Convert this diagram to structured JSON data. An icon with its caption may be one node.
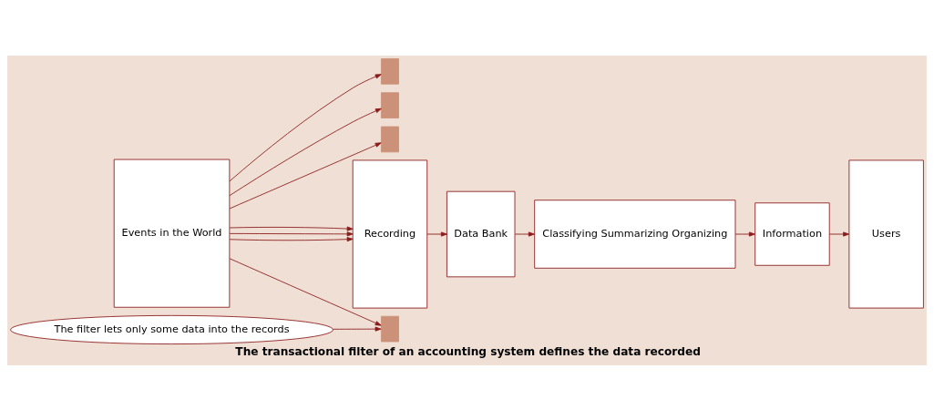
{
  "diagram": {
    "caption": "The transactional filter of an accounting system defines the data recorded",
    "nodes": [
      {
        "text": [
          "Events in the World"
        ]
      },
      {
        "text": [],
        "shape": "box"
      },
      {
        "text": [],
        "shape": "box"
      },
      {
        "text": [],
        "shape": "box"
      },
      {
        "text": [],
        "shape": "box"
      },
      {
        "text": [
          "Recording"
        ]
      },
      {
        "text": [
          "Data Bank"
        ]
      },
      {
        "text": [
          "Classifying Summarizing Organizing"
        ]
      },
      {
        "text": [
          "Information"
        ]
      },
      {
        "text": [
          "Users"
        ]
      },
      {
        "text": [
          "The filter lets only some data into the records"
        ]
      }
    ],
    "edges": [
      {
        "from": 0,
        "to": 1,
        "arrow": "to"
      },
      {
        "from": 0,
        "to": 5,
        "arrow": "to"
      },
      {
        "from": 0,
        "to": 2,
        "arrow": "to"
      },
      {
        "from": 0,
        "to": 5,
        "arrow": "to"
      },
      {
        "from": 0,
        "to": 3,
        "arrow": "to"
      },
      {
        "from": 0,
        "to": 5,
        "arrow": "to"
      },
      {
        "from": 0,
        "to": 4,
        "arrow": "to"
      },
      {
        "from": 5,
        "to": 6,
        "arrow": "to"
      },
      {
        "from": 6,
        "to": 7,
        "arrow": "to"
      },
      {
        "from": 7,
        "to": 8,
        "arrow": "to"
      },
      {
        "from": 8,
        "to": 9,
        "arrow": "to"
      },
      {
        "from": 10,
        "to": 4,
        "arrow": "to"
      }
    ]
  }
}
